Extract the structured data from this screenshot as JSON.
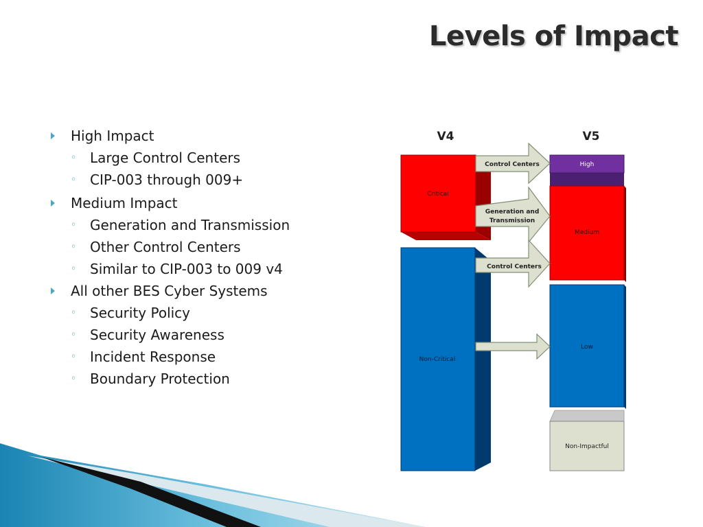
{
  "title": "Levels of Impact",
  "bullets": [
    {
      "text": "High Impact",
      "children": [
        "Large Control Centers",
        "CIP-003 through 009+"
      ]
    },
    {
      "text": "Medium Impact",
      "children": [
        "Generation and Transmission",
        "Other Control Centers",
        "Similar to CIP-003 to 009 v4"
      ]
    },
    {
      "text": "All other BES Cyber Systems",
      "children": [
        "Security Policy",
        "Security Awareness",
        "Incident Response",
        "Boundary Protection"
      ]
    }
  ],
  "diagram": {
    "v4_header": "V4",
    "v5_header": "V5",
    "v4_blocks": {
      "critical": "Critical",
      "non_critical": "Non-Critical"
    },
    "v5_blocks": {
      "high": "High",
      "medium": "Medium",
      "low": "Low",
      "non_impactful": "Non-Impactful"
    },
    "arrows": {
      "control_centers_1": "Control Centers",
      "gen_trans_line1": "Generation and",
      "gen_trans_line2": "Transmission",
      "control_centers_2": "Control Centers"
    }
  },
  "colors": {
    "accent": "#4aa6c8",
    "critical": "#ff0000",
    "non_critical": "#0070c0",
    "high": "#7030a0",
    "medium": "#ff0000",
    "low": "#0070c0",
    "non_impactful": "#dde0cf",
    "arrow": "#dde0cf"
  }
}
